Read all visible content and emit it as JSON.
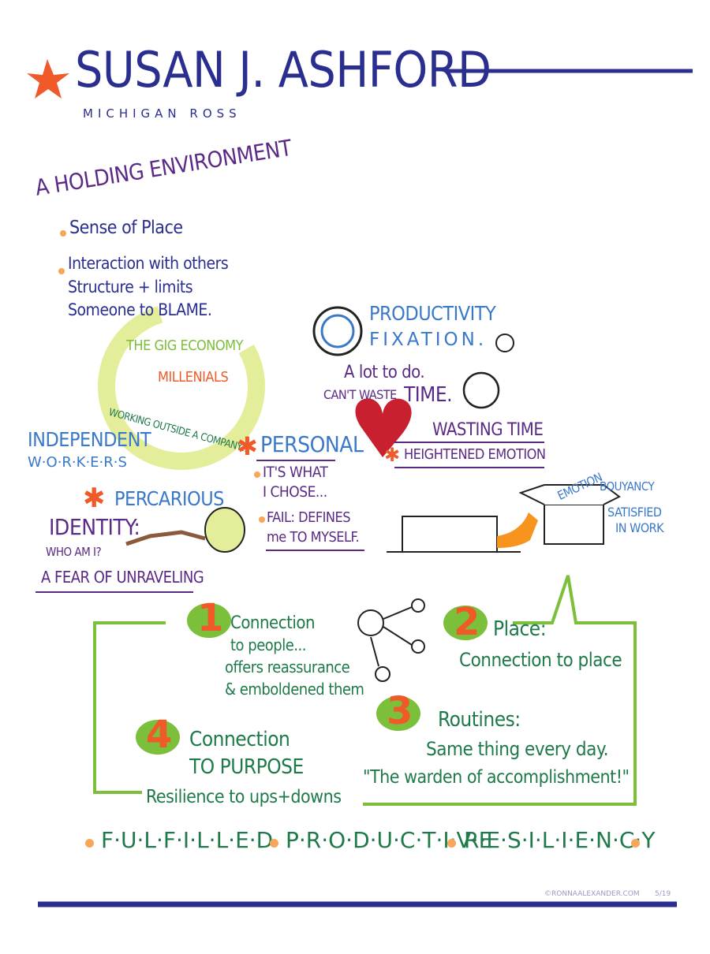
{
  "header": {
    "title": "SUSAN J. ASHFORD",
    "subtitle": "MICHIGAN ROSS"
  },
  "holding": {
    "title": "A HOLDING ENVIRONMENT",
    "items": [
      "Sense of Place",
      "Interaction with others",
      "Structure + limits",
      "Someone to BLAME."
    ]
  },
  "gig": {
    "title": "THE GIG ECONOMY",
    "millenials": "MILLENIALS",
    "arc_text": "WORKING OUTSIDE A COMPANY...",
    "independent": "INDEPENDENT",
    "workers": "W·O·R·K·E·R·S"
  },
  "percarious": {
    "title": "PERCARIOUS",
    "identity": "IDENTITY:",
    "who": "WHO AM I?",
    "fear": "A FEAR OF UNRAVELING"
  },
  "productivity": {
    "line1": "PRODUCTIVITY",
    "line2": "FIXATION.",
    "lot": "A lot to do.",
    "cant": "CAN'T WASTE",
    "time": "TIME.",
    "wasting": "WASTING TIME",
    "heightened": "HEIGHTENED EMOTION"
  },
  "personal": {
    "title": "PERSONAL",
    "chose1": "IT'S WHAT",
    "chose2": "I CHOSE...",
    "fail1": "FAIL: DEFINES",
    "fail2": "me TO MYSELF."
  },
  "emotion": {
    "box": "EMOTION",
    "bouyancy": "BOUYANCY",
    "satisfied1": "SATISFIED",
    "satisfied2": "IN WORK"
  },
  "connections": [
    {
      "num": "1",
      "title": "Connection",
      "lines": [
        "to people...",
        "offers reassurance",
        "& emboldened them"
      ]
    },
    {
      "num": "2",
      "title": "Place:",
      "lines": [
        "Connection to place"
      ]
    },
    {
      "num": "3",
      "title": "Routines:",
      "lines": [
        "Same thing every day.",
        "\"The warden of accomplishment!\""
      ]
    },
    {
      "num": "4",
      "title": "Connection",
      "lines": [
        "TO PURPOSE",
        "Resilience to ups+downs"
      ]
    }
  ],
  "outcomes": [
    "F·U·L·F·I·L·L·E·D",
    "P·R·O·D·U·C·T·I·V·E",
    "R·E·S·I·L·I·E·N·C·Y"
  ],
  "footer": {
    "credit": "©RONNAALEXANDER.COM",
    "date": "5/19"
  },
  "colors": {
    "navy": "#2a2f8f",
    "purple": "#5b2a86",
    "blue": "#3a78c9",
    "green": "#1f7a4a",
    "lime": "#7bbf3a",
    "orange": "#f05a28",
    "highlight": "#e4ee9a"
  }
}
